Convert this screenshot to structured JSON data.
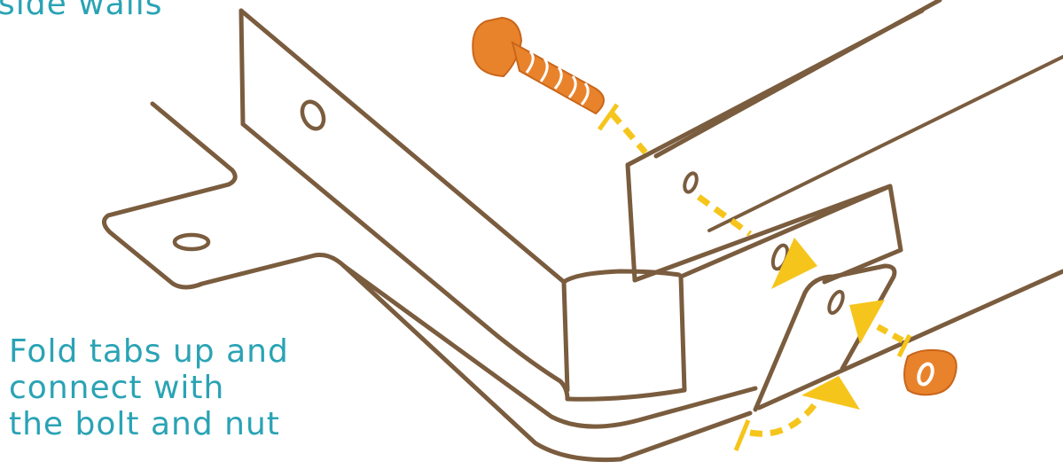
{
  "captions": {
    "top_fragment": "side walls",
    "bottom_lines": [
      "Fold tabs up and",
      "connect with",
      "the bolt and nut"
    ]
  },
  "colors": {
    "outline": "#7a5c3e",
    "caption_text": "#2aa3b5",
    "arrow": "#f6c51c",
    "hardware": "#e8832c",
    "hardware_dark": "#c9661a"
  },
  "parts": {
    "bolt_icon": "bolt",
    "nut_icon": "hex-nut"
  }
}
